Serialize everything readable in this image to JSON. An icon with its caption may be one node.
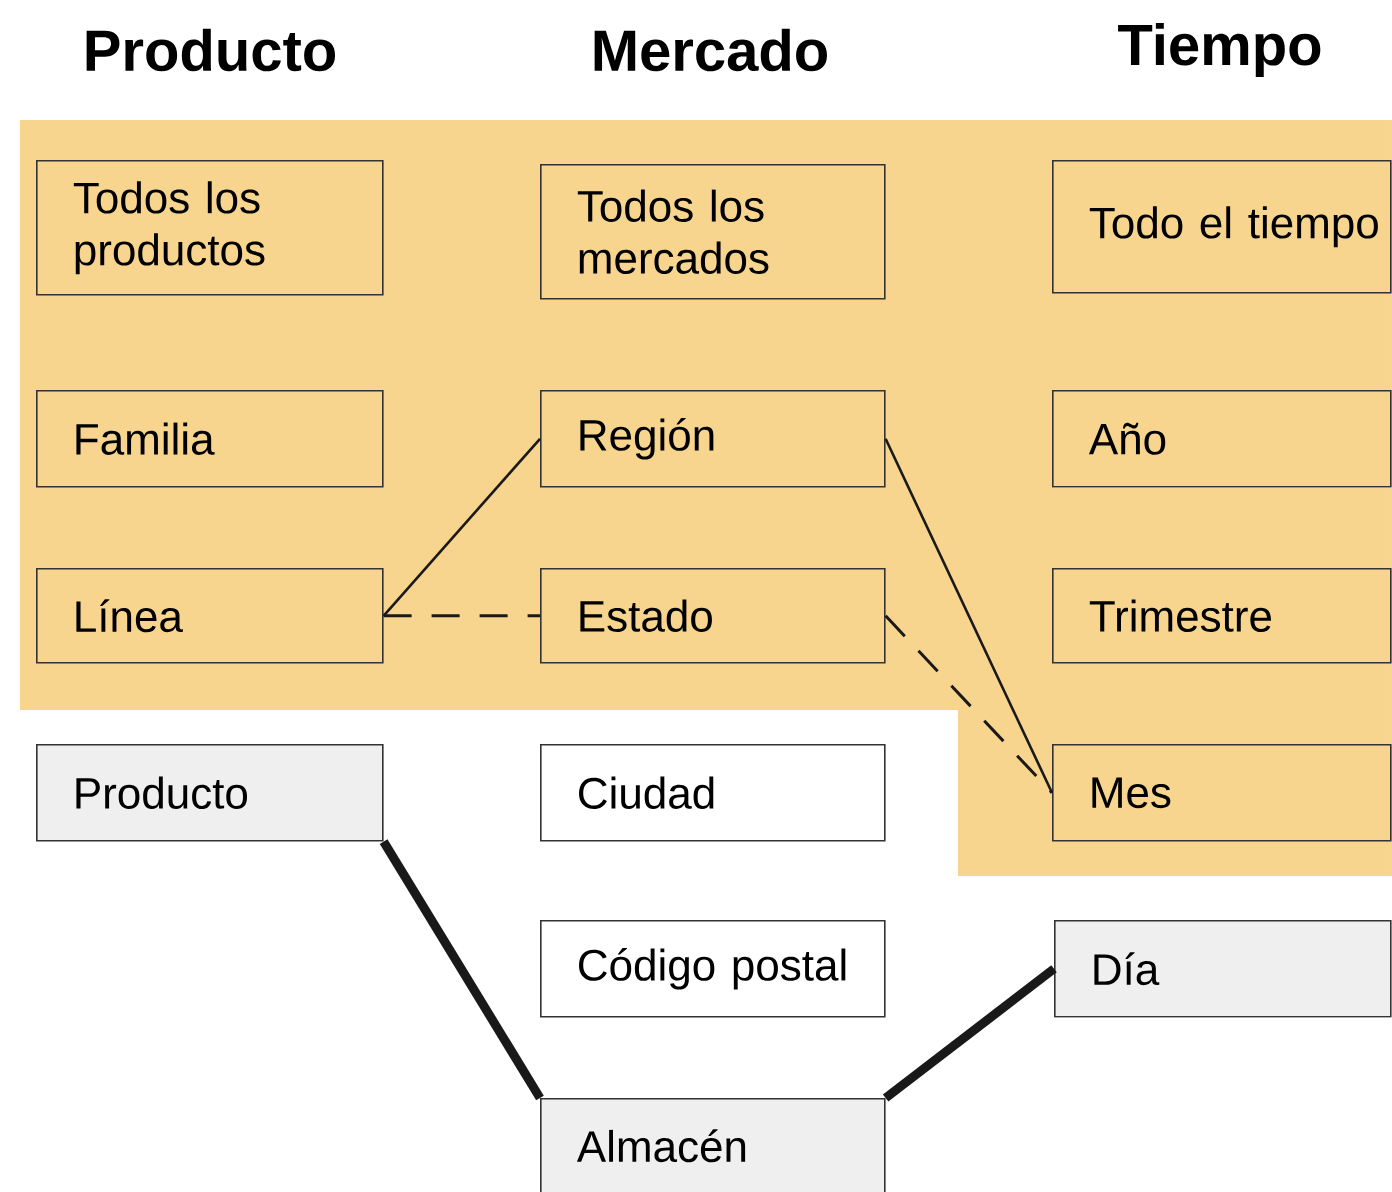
{
  "diagram": {
    "nodes": [
      {
        "text": [
          "Todos los productos"
        ]
      },
      {
        "text": [
          "Todos los mercados"
        ]
      },
      {
        "text": [
          "Todo el tiempo"
        ]
      },
      {
        "text": [
          "Familia"
        ]
      },
      {
        "text": [
          "Región"
        ]
      },
      {
        "text": [
          "Año"
        ]
      },
      {
        "text": [
          "Línea"
        ]
      },
      {
        "text": [
          "Estado"
        ]
      },
      {
        "text": [
          "Trimestre"
        ]
      },
      {
        "text": [
          "Producto"
        ]
      },
      {
        "text": [
          "Ciudad"
        ]
      },
      {
        "text": [
          "Mes"
        ]
      },
      {
        "text": [
          "Código postal"
        ]
      },
      {
        "text": [
          "Día"
        ]
      },
      {
        "text": [
          "Almacén"
        ]
      }
    ],
    "edges": [
      {
        "from": 6,
        "to": 4,
        "arrow": "none"
      },
      {
        "from": 6,
        "to": 7,
        "arrow": "none",
        "style": "dashed"
      },
      {
        "from": 4,
        "to": 11,
        "arrow": "none"
      },
      {
        "from": 7,
        "to": 11,
        "arrow": "none",
        "style": "dashed"
      },
      {
        "from": 9,
        "to": 14,
        "arrow": "none",
        "style": "thick"
      },
      {
        "from": 14,
        "to": 13,
        "arrow": "none",
        "style": "thick"
      }
    ],
    "labels": [
      "Producto",
      "Mercado",
      "Tiempo"
    ]
  }
}
